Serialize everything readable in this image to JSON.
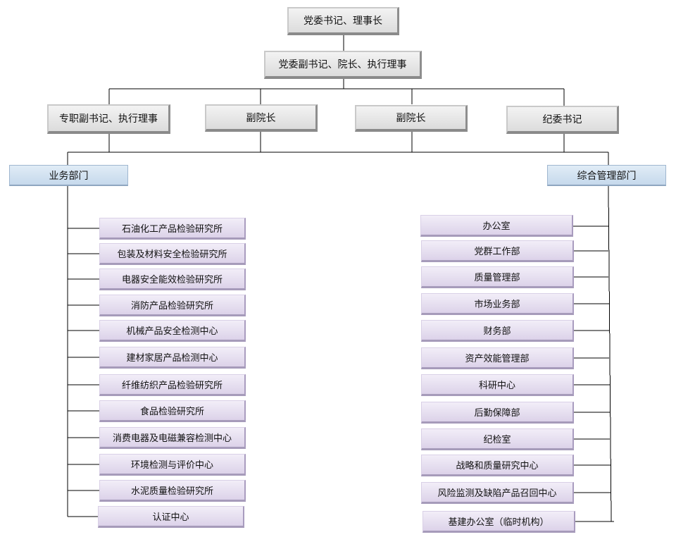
{
  "chart_title": "",
  "leadership": {
    "chairman": "党委书记、理事长",
    "president": "党委副书记、院长、执行理事",
    "deputies": [
      "专职副书记、执行理事",
      "副院长",
      "副院长",
      "纪委书记"
    ]
  },
  "sections": {
    "business": "业务部门",
    "management": "综合管理部门"
  },
  "business_departments": [
    "石油化工产品检验研究所",
    "包装及材料安全检验研究所",
    "电器安全能效检验研究所",
    "消防产品检验研究所",
    "机械产品安全检测中心",
    "建材家居产品检测中心",
    "纤维纺织产品检验研究所",
    "食品检验研究所",
    "消费电器及电磁兼容检测中心",
    "环境检测与评价中心",
    "水泥质量检验研究所",
    "认证中心"
  ],
  "management_departments": [
    "办公室",
    "党群工作部",
    "质量管理部",
    "市场业务部",
    "财务部",
    "资产效能管理部",
    "科研中心",
    "后勤保障部",
    "纪检室",
    "战略和质量研究中心",
    "风险监测及缺陷产品召回中心",
    "基建办公室（临时机构）"
  ],
  "colors": {
    "line": "#000000",
    "lead_fill": "#e6e6e6",
    "section_fill": "#d3e2f1",
    "dept_fill": "#e6dff0"
  }
}
